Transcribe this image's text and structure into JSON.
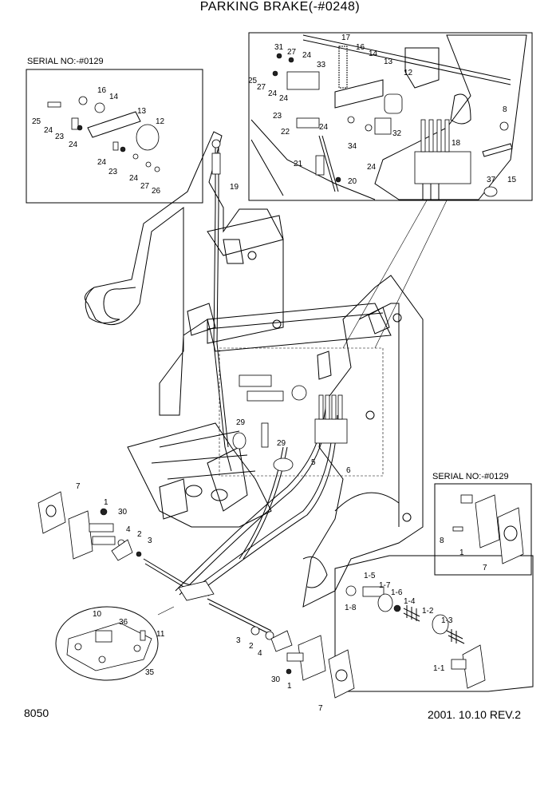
{
  "title": "PARKING BRAKE(-#0248)",
  "page_number": "8050",
  "date_revision": "2001. 10.10  REV.2",
  "serial_notes": {
    "left": "SERIAL NO:-#0129",
    "right": "SERIAL NO:-#0129"
  },
  "callouts": {
    "topright": [
      "31",
      "27",
      "24",
      "33",
      "17",
      "16",
      "14",
      "13",
      "12",
      "25",
      "27",
      "24",
      "24",
      "23",
      "22",
      "21",
      "24",
      "34",
      "24",
      "32",
      "20",
      "8",
      "18",
      "37",
      "15",
      "19"
    ],
    "topleft": [
      "16",
      "14",
      "13",
      "12",
      "25",
      "24",
      "23",
      "24",
      "24",
      "23",
      "24",
      "27",
      "26"
    ],
    "center": [
      "29",
      "29",
      "5",
      "6"
    ],
    "left_assy": [
      "7",
      "1",
      "30",
      "4",
      "2",
      "3"
    ],
    "bottom_left": [
      "10",
      "36",
      "11",
      "35"
    ],
    "bottom_mid": [
      "3",
      "2",
      "4",
      "30",
      "1",
      "7"
    ],
    "detail": [
      "1-5",
      "1-7",
      "1-6",
      "1-4",
      "1-2",
      "1-3",
      "1-8",
      "1-1"
    ],
    "right_box": [
      "8",
      "1",
      "7"
    ]
  }
}
